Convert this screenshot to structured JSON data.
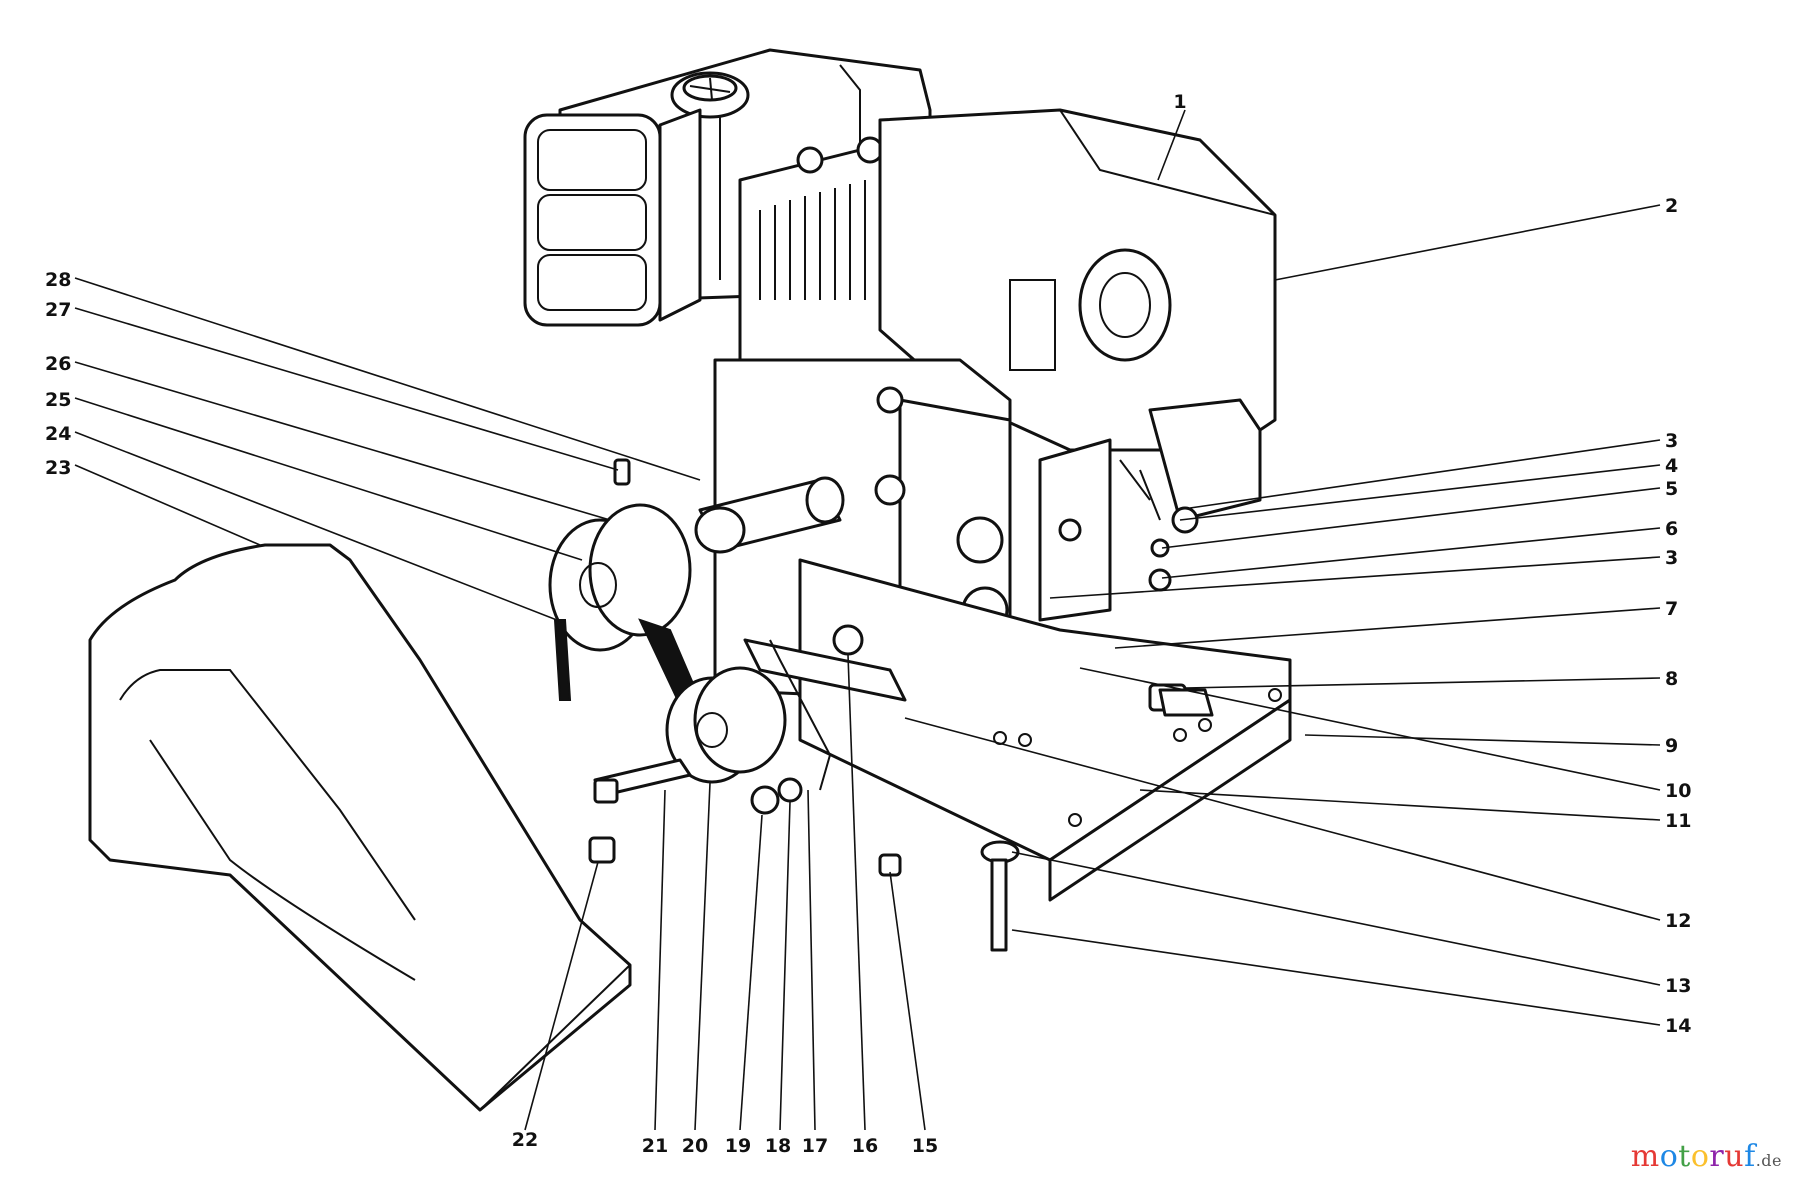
{
  "callouts": [
    {
      "id": "1"
    },
    {
      "id": "2"
    },
    {
      "id": "3a",
      "label": "3"
    },
    {
      "id": "4"
    },
    {
      "id": "5"
    },
    {
      "id": "6"
    },
    {
      "id": "3b",
      "label": "3"
    },
    {
      "id": "7"
    },
    {
      "id": "8"
    },
    {
      "id": "9"
    },
    {
      "id": "10"
    },
    {
      "id": "11"
    },
    {
      "id": "12"
    },
    {
      "id": "13"
    },
    {
      "id": "14"
    },
    {
      "id": "15"
    },
    {
      "id": "16"
    },
    {
      "id": "17"
    },
    {
      "id": "18"
    },
    {
      "id": "19"
    },
    {
      "id": "20"
    },
    {
      "id": "21"
    },
    {
      "id": "22"
    },
    {
      "id": "23"
    },
    {
      "id": "24"
    },
    {
      "id": "25"
    },
    {
      "id": "26"
    },
    {
      "id": "27"
    },
    {
      "id": "28"
    }
  ],
  "watermark": {
    "text": "motoruf",
    "suffix": ".de",
    "colors": [
      "#e53935",
      "#1e88e5",
      "#43a047",
      "#fbc02d",
      "#8e24aa",
      "#e53935",
      "#1e88e5"
    ]
  },
  "colors": {
    "ink": "#111111",
    "background": "#ffffff"
  }
}
